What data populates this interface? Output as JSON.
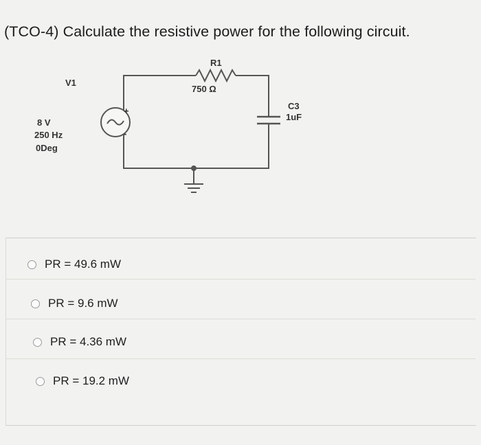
{
  "question": {
    "text": "(TCO-4) Calculate the resistive power for the following circuit."
  },
  "circuit": {
    "source": {
      "name": "V1",
      "voltage": "8 V",
      "frequency": "250 Hz",
      "phase": "0Deg"
    },
    "resistor": {
      "name": "R1",
      "value": "750 Ω"
    },
    "capacitor": {
      "name": "C3",
      "value": "1uF"
    }
  },
  "options": [
    {
      "label": "PR = 49.6 mW",
      "selected": false
    },
    {
      "label": "PR = 9.6 mW",
      "selected": false
    },
    {
      "label": "PR = 4.36 mW",
      "selected": false
    },
    {
      "label": "PR = 19.2 mW",
      "selected": false
    }
  ]
}
